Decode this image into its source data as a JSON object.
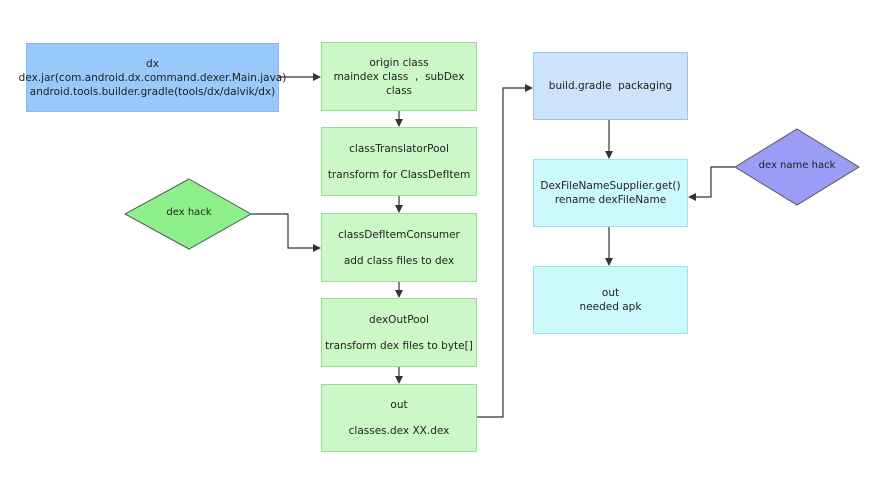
{
  "nodes": {
    "dx": {
      "lines": [
        "dx",
        "dex.jar(com.android.dx.command.dexer.Main.java)",
        "android.tools.builder.gradle(tools/dx/dalvik/dx)"
      ]
    },
    "origin": {
      "lines": [
        "origin class",
        "maindex class  ,  subDex class"
      ]
    },
    "translator": {
      "title": "classTranslatorPool",
      "subtitle": "transform for ClassDefItem"
    },
    "consumer": {
      "title": "classDefItemConsumer",
      "subtitle": "add class files to dex"
    },
    "outpool": {
      "title": "dexOutPool",
      "subtitle": "transform dex files to byte[]"
    },
    "out": {
      "title": "out",
      "subtitle": "classes.dex XX.dex"
    },
    "build": {
      "text": "build.gradle  packaging"
    },
    "supplier": {
      "lines": [
        "DexFileNameSupplier.get()",
        "rename dexFileName"
      ]
    },
    "apk": {
      "lines": [
        "out",
        "needed apk"
      ]
    },
    "dexhack": {
      "text": "dex hack"
    },
    "namehack": {
      "text": "dex name hack"
    }
  },
  "colors": {
    "blue": "#99c9fb",
    "green": "#ccf7c7",
    "lightblue": "#cde3fb",
    "cyan": "#ccf9fc",
    "diamond_green": "#8df08a",
    "diamond_purple": "#9b9cf6",
    "line": "#333333"
  }
}
